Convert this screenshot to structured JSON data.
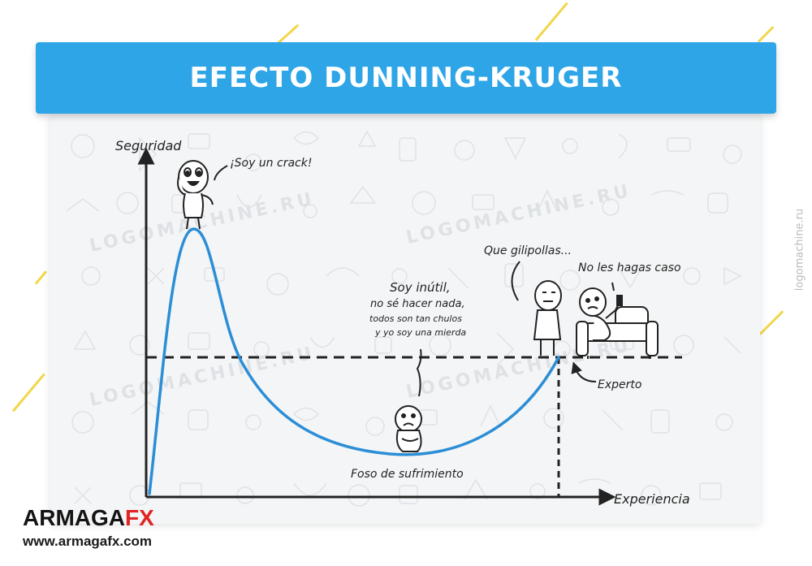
{
  "header": {
    "title": "EFECTO DUNNING-KRUGER"
  },
  "axes": {
    "y_label": "Seguridad",
    "x_label": "Experiencia"
  },
  "annotations": {
    "peak": "¡Soy un crack!",
    "valley_quote_line1": "Soy inútil,",
    "valley_quote_line2": "no sé hacer nada,",
    "valley_quote_line3": "todos son tan chulos",
    "valley_quote_line4": "y yo soy una mierda",
    "valley": "Foso de sufrimiento",
    "expert_quote": "Que gilipollas...",
    "sofa_quote": "No les hagas caso",
    "expert_point": "Experto"
  },
  "watermarks": {
    "side": "logomachine.ru",
    "pattern": "LOGOMACHINE.RU"
  },
  "brand": {
    "name_part1": "ARMAGA",
    "name_part2": "FX",
    "url": "www.armagafx.com"
  },
  "colors": {
    "header": "#2ea5e6",
    "curve": "#2b8ed6",
    "brand_red": "#e02423",
    "deco_yellow": "#f2d64b"
  },
  "icons": [
    "confident-stick-figure",
    "sad-stick-figure",
    "expert-stick-figure",
    "sofa-stick-figure"
  ]
}
